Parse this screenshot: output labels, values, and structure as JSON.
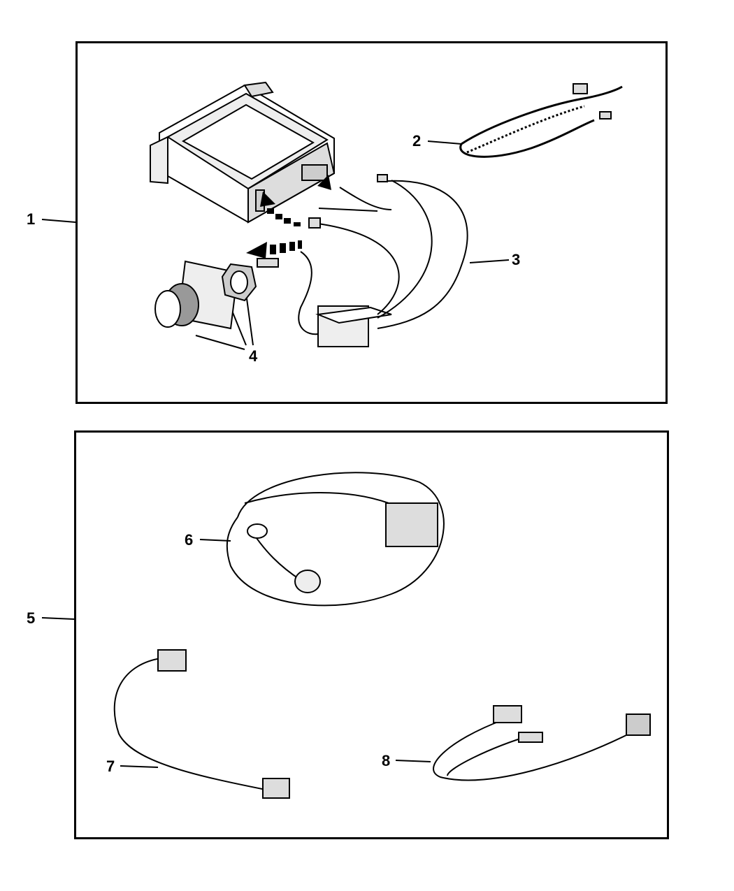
{
  "callouts": {
    "c1": "1",
    "c2": "2",
    "c3": "3",
    "c4": "4",
    "c5": "5",
    "c6": "6",
    "c7": "7",
    "c8": "8"
  },
  "icons": {
    "radio_unit": "radio-receiver-icon",
    "coil_cord": "coiled-cable-icon",
    "antenna_harness": "antenna-harness-icon",
    "mount_nut": "antenna-mount-icon",
    "cable_6": "cable-with-connector-icon",
    "cable_7": "jumper-harness-icon",
    "cable_8": "adapter-cable-icon"
  }
}
